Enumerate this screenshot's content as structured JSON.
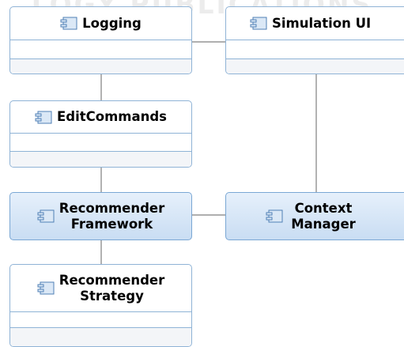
{
  "watermark": "LOGY PUBLICATIONS",
  "components": {
    "logging": {
      "name": "Logging"
    },
    "simulation_ui": {
      "name": "Simulation UI"
    },
    "edit_commands": {
      "name": "EditCommands"
    },
    "recommender_framework": {
      "line1": "Recommender",
      "line2": "Framework"
    },
    "context_manager": {
      "line1": "Context",
      "line2": "Manager"
    },
    "recommender_strategy": {
      "line1": "Recommender",
      "line2": "Strategy"
    }
  },
  "icon": "component-icon",
  "colors": {
    "border": "#8fb3d6",
    "highlight_fill": "#d4e4f6",
    "connector": "#7f7f7f"
  }
}
